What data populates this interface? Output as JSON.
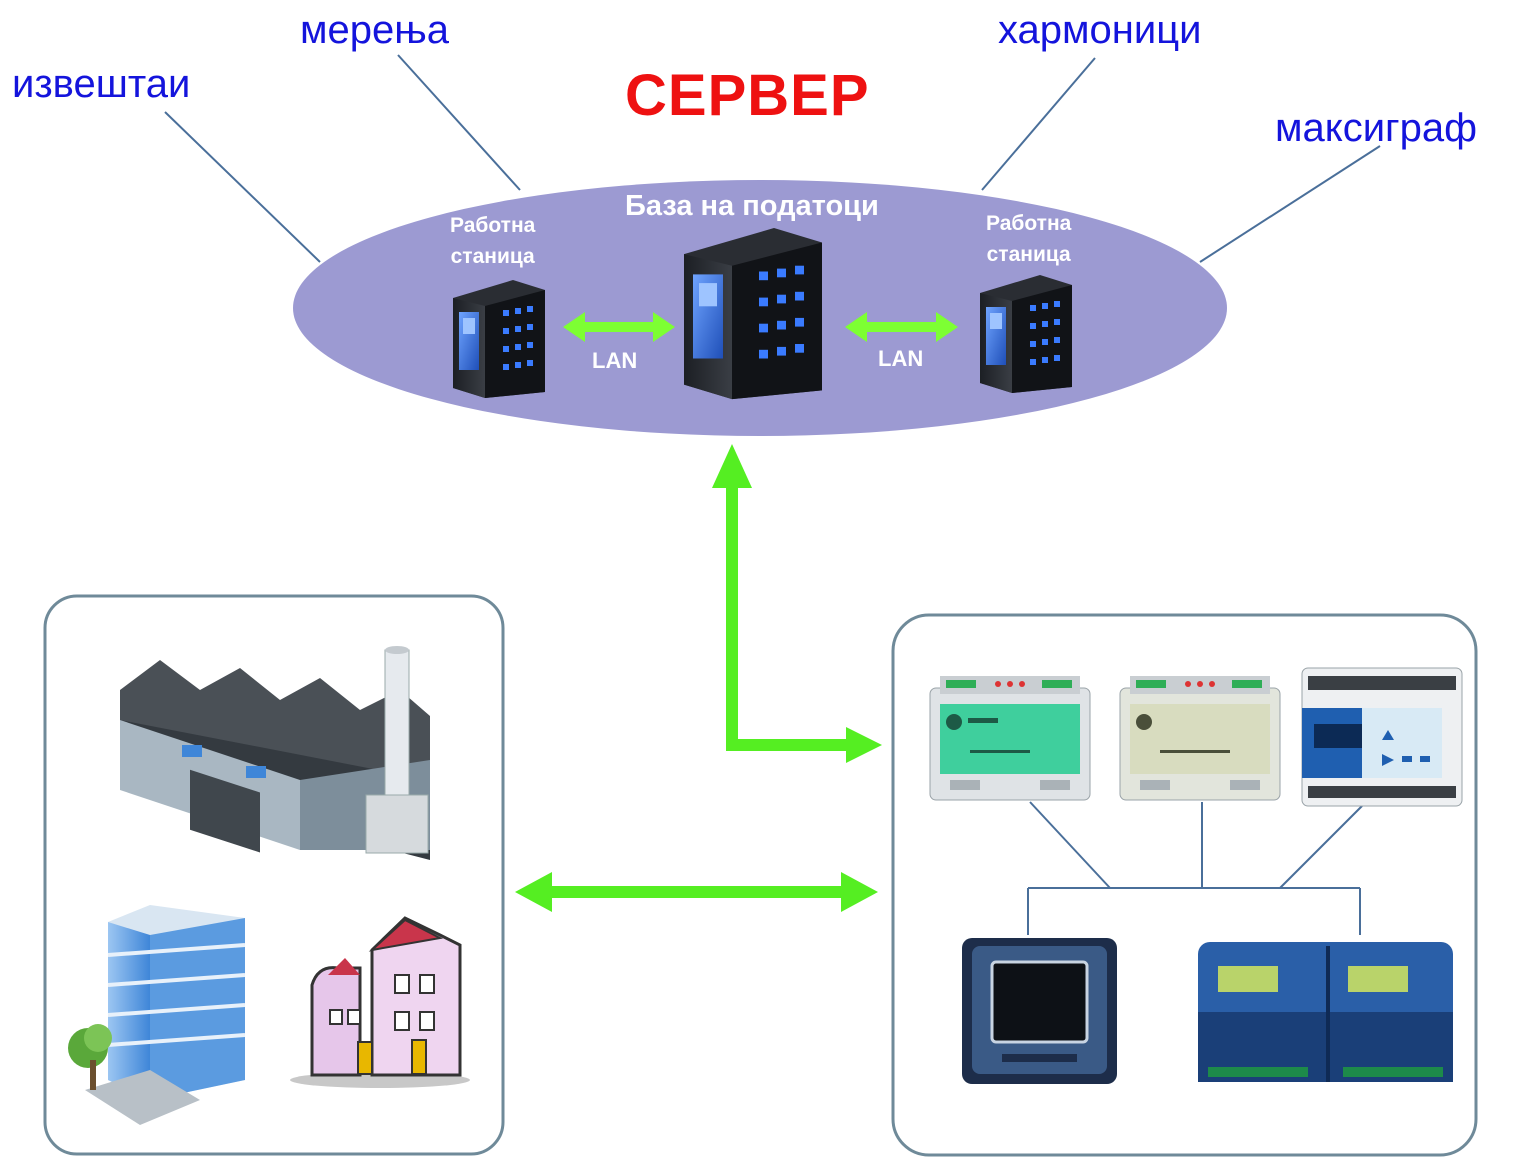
{
  "title": "СЕРВЕР",
  "outer_labels": {
    "reports": "извештаи",
    "measurements": "мерења",
    "harmonics": "хармоници",
    "maxigraph": "максиграф"
  },
  "server_group": {
    "database_label": "База на податоци",
    "workstation_left_line1": "Работна",
    "workstation_left_line2": "станица",
    "workstation_right_line1": "Работна",
    "workstation_right_line2": "станица",
    "lan_left": "LAN",
    "lan_right": "LAN"
  },
  "colors": {
    "label_blue": "#1414dc",
    "title_red": "#ee1111",
    "ellipse": "#9c9ad2",
    "arrow_green": "#55ee22",
    "panel_border": "#6f8a99",
    "connector": "#4a6f9a"
  },
  "icons": [
    "server-tower-icon",
    "factory-icon",
    "office-building-icon",
    "houses-icon",
    "power-controller-device-icon",
    "power-meter-device-icon"
  ]
}
